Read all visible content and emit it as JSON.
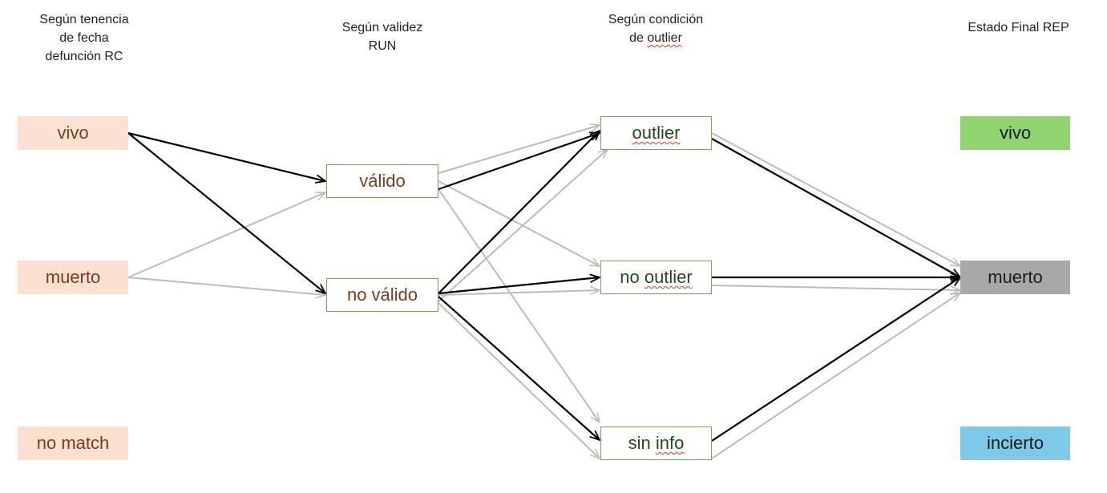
{
  "headers": {
    "col1": "Según tenencia\nde fecha\ndefunción RC",
    "col2": "Según validez\nRUN",
    "col3_line1": "Según condición",
    "col3_line2_pre": "de ",
    "col3_line2_word": "outlier",
    "col4": "Estado Final REP"
  },
  "rc_nodes": {
    "vivo": "vivo",
    "muerto": "muerto",
    "no_match": "no match"
  },
  "run_nodes": {
    "valido": "válido",
    "no_valido": "no válido"
  },
  "outlier_nodes": {
    "outlier": "outlier",
    "no_outlier_pre": "no ",
    "no_outlier_word": "outlier",
    "sin_info_pre": "sin ",
    "sin_info_word": "info"
  },
  "final_nodes": {
    "vivo": "vivo",
    "muerto": "muerto",
    "incierto": "incierto"
  },
  "colors": {
    "rc_fill": "#fce1d3",
    "run_border": "#c8784a",
    "outlier_border": "#6ab04c",
    "final_vivo": "#8fd46e",
    "final_muerto": "#a8a8a8",
    "final_incierto": "#7ec8e8",
    "edge_dark": "#000000",
    "edge_light": "#bcbcbc"
  }
}
